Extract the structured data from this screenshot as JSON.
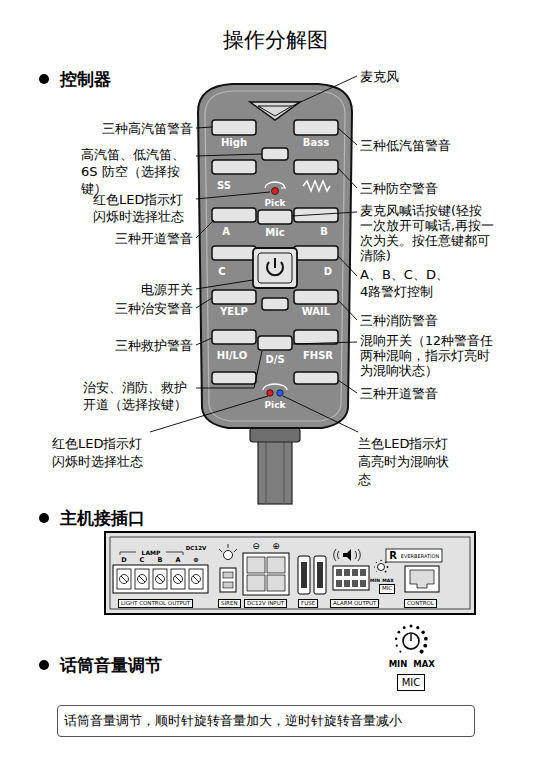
{
  "diagram": {
    "title": "操作分解图",
    "nodes": [
      {
        "text": [
          "LIGHT CONTROL OUTPUT"
        ]
      },
      {
        "text": [
          "SIREN"
        ]
      },
      {
        "text": [
          "DC12V INPUT"
        ]
      },
      {
        "text": [
          "FUSE"
        ]
      },
      {
        "text": [
          "ALARM OUTPUT"
        ]
      },
      {
        "text": [
          "MIC"
        ]
      },
      {
        "text": [
          "CONTROL"
        ]
      },
      {
        "text": [
          "MIC"
        ]
      },
      {
        "text": [
          "话筒音量调节，顺时针旋转音量加大，逆时针旋转音量减小"
        ]
      }
    ],
    "labels": [
      "控制器",
      "主机接插口",
      "话筒音量调节",
      "麦克风",
      "三种高汽笛警音",
      "三种低汽笛警音",
      "高汽笛、低汽笛、6S 防空（选择按键）",
      "红色LED指示灯 闪烁时选择壮态",
      "三种防空警音",
      "麦克风喊话按键(轻按一次放开可喊话,再按一次为关。按任意键都可清除)",
      "三种开道警音",
      "A、B、C、D、 4路警灯控制",
      "电源开关",
      "三种治安警音",
      "三种消防警音",
      "三种救护警音",
      "混响开关（12种警音任两种混响，指示灯亮时为混响状态）",
      "治安、消防、救护 开道（选择按键）",
      "三种开道警音",
      "红色LED指示灯 闪烁时选择壮态",
      "兰色LED指示灯 高亮时为混响状态",
      "High",
      "Bass",
      "SS",
      "Pick",
      "Mic",
      "A",
      "B",
      "C",
      "D",
      "YELP",
      "WAIL",
      "HI/LO",
      "D/S",
      "FHSR",
      "Pick",
      "LAMP",
      "DC12V",
      "D",
      "C",
      "B",
      "A",
      "⊕",
      "⊖",
      "⊕",
      "R",
      "EVERBERATION",
      "MIN",
      "MAX",
      "MIN",
      "MAX"
    ]
  }
}
